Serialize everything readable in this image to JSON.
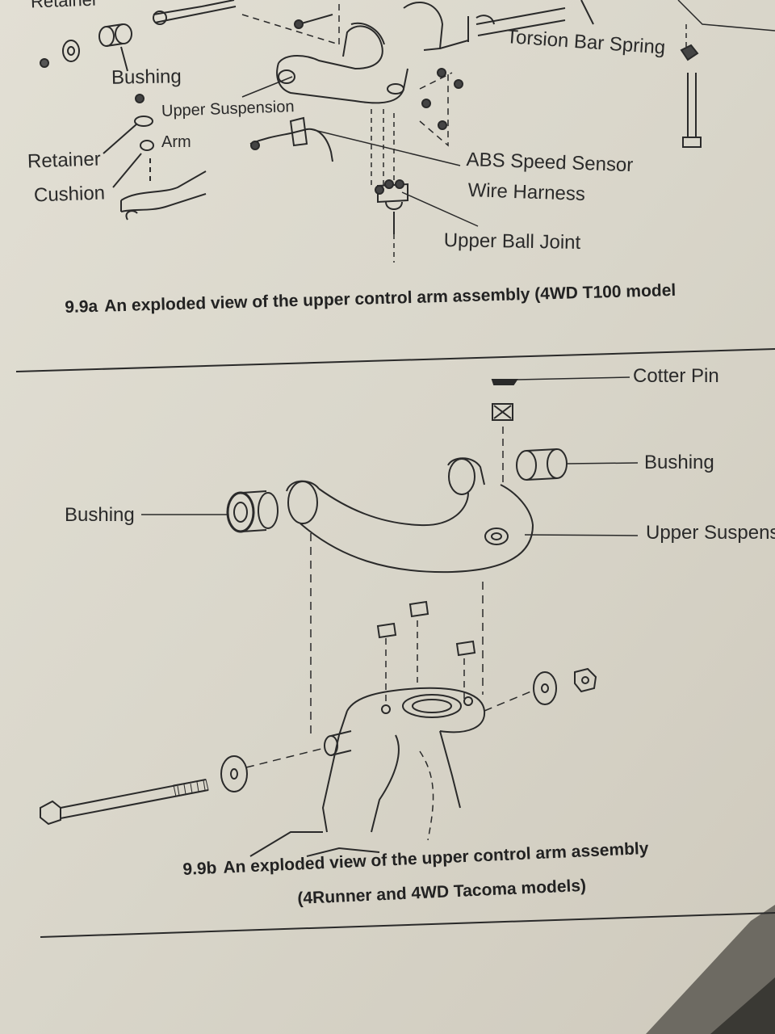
{
  "figure_a": {
    "labels": {
      "retainer_top": "Retainer",
      "bushing": "Bushing",
      "upper_suspension": "Upper Suspension",
      "arm": "Arm",
      "retainer": "Retainer",
      "cushion": "Cushion",
      "torsion_bar_spring": "Torsion Bar Spring",
      "abs_line1": "ABS Speed Sensor",
      "abs_line2": "Wire Harness",
      "upper_ball_joint": "Upper Ball Joint"
    },
    "caption_number": "9.9a",
    "caption_text": "An exploded view of the upper control arm assembly (4WD T100 model"
  },
  "figure_b": {
    "labels": {
      "cotter_pin": "Cotter Pin",
      "bushing_right": "Bushing",
      "bushing_left": "Bushing",
      "upper_suspension": "Upper Suspens"
    },
    "caption_number": "9.9b",
    "caption_line1": "An exploded view of the upper control arm assembly",
    "caption_line2": "(4Runner and 4WD Tacoma models)"
  },
  "colors": {
    "paper": "#dcd8cc",
    "ink": "#2a2a2a"
  }
}
